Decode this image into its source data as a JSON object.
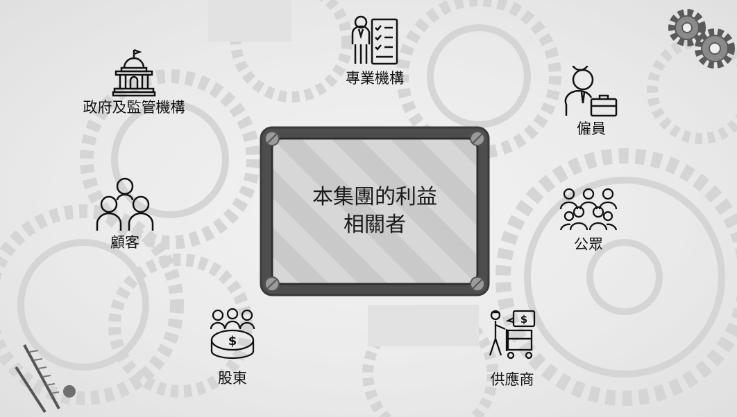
{
  "center": {
    "line1": "本集團的利益",
    "line2": "相關者"
  },
  "stakeholders": {
    "government": {
      "label": "政府及監管機構",
      "icon": "government-building-icon"
    },
    "professional": {
      "label": "專業機構",
      "icon": "professional-checklist-icon"
    },
    "employees": {
      "label": "僱員",
      "icon": "employee-briefcase-icon"
    },
    "customers": {
      "label": "顧客",
      "icon": "customers-group-icon"
    },
    "public": {
      "label": "公眾",
      "icon": "public-crowd-icon"
    },
    "shareholders": {
      "label": "股東",
      "icon": "shareholders-dollar-table-icon"
    },
    "suppliers": {
      "label": "供應商",
      "icon": "supplier-cart-icon"
    }
  },
  "colors": {
    "plaque_frame": "#4d4d4d",
    "plaque_inner": "#d6d6d6",
    "icon_stroke": "#111111"
  }
}
